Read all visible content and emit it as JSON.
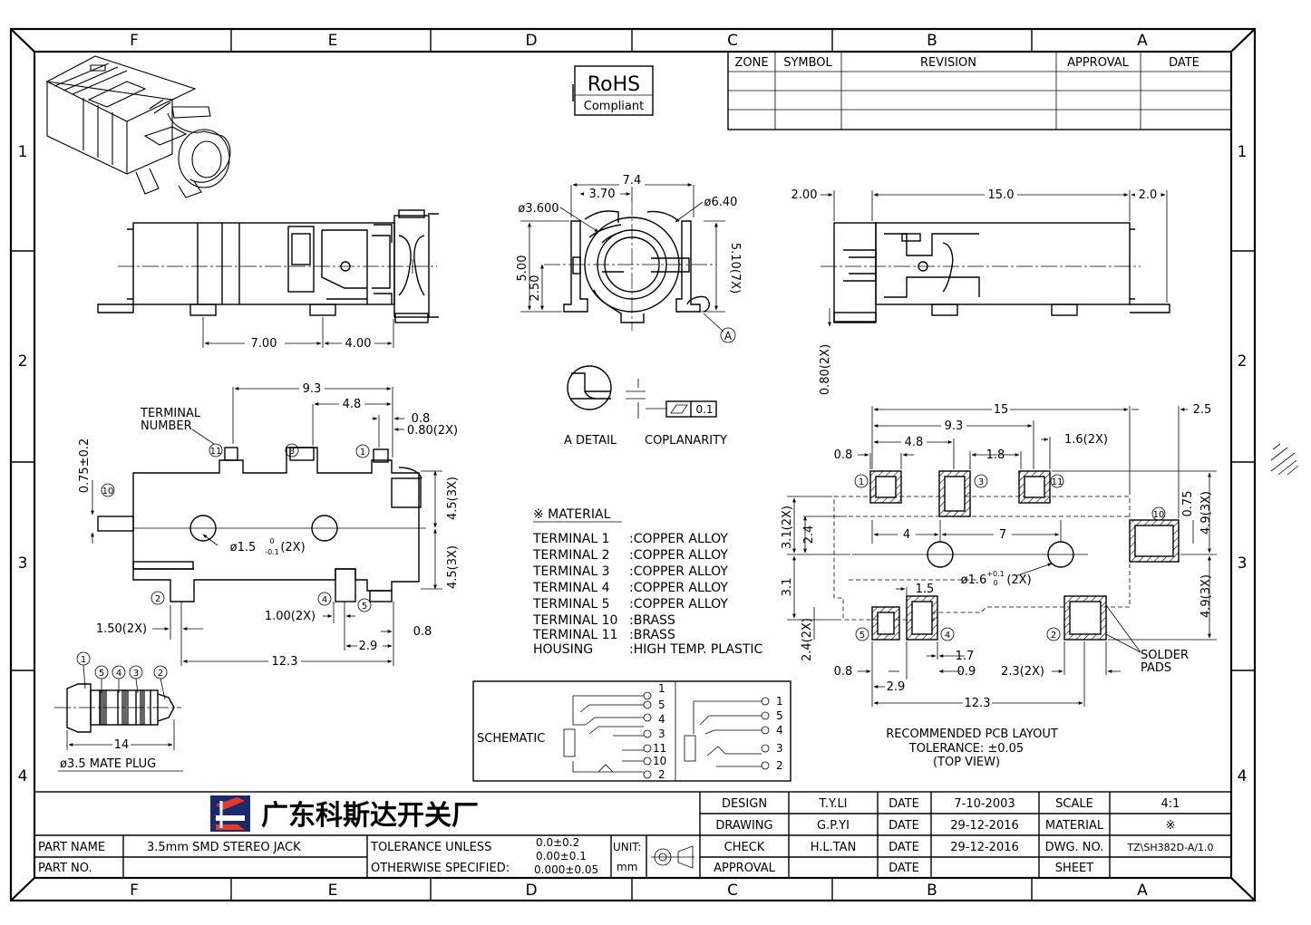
{
  "border": {
    "columns": [
      "F",
      "E",
      "D",
      "C",
      "B",
      "A"
    ],
    "rows": [
      "1",
      "2",
      "3",
      "4"
    ]
  },
  "revision_table": {
    "headers": [
      "ZONE",
      "SYMBOL",
      "REVISION",
      "APPROVAL",
      "DATE"
    ]
  },
  "rohs": {
    "title": "RoHS",
    "subtitle": "Compliant"
  },
  "side_view": {
    "dims": [
      "7.00",
      "4.00"
    ]
  },
  "front_view": {
    "dims": [
      "7.4",
      "3.70",
      "ø3.600",
      "ø6.40",
      "5.00",
      "2.50",
      "5.10(7X)"
    ],
    "datum": "A"
  },
  "detail": {
    "caption_left": "A  DETAIL",
    "caption_right": "COPLANARITY",
    "tolerance": "0.1"
  },
  "right_view": {
    "dims": [
      "2.00",
      "15.0",
      "2.0",
      "0.80(2X)"
    ]
  },
  "top_view": {
    "terminal_label_1": "TERMINAL",
    "terminal_label_2": "NUMBER",
    "dims": [
      "9.3",
      "4.8",
      "0.8",
      "0.80(2X)",
      "0.75±0.2",
      "4.5(3X)",
      "4.5(3X)",
      "ø1.5",
      "(2X)",
      "1.50(2X)",
      "1.00(2X)",
      "2.9",
      "0.8",
      "12.3"
    ],
    "hole_tol_upper": "0",
    "hole_tol_lower": "-0.1",
    "terminals": [
      "11",
      "3",
      "1",
      "10",
      "2",
      "4",
      "5"
    ]
  },
  "plug": {
    "numbers": [
      "1",
      "5",
      "4",
      "3",
      "2"
    ],
    "dim": "14",
    "caption": "ø3.5  MATE  PLUG"
  },
  "material": {
    "title": "※ MATERIAL",
    "rows": [
      {
        "name": "TERMINAL  1",
        "value": ":COPPER  ALLOY"
      },
      {
        "name": "TERMINAL  2",
        "value": ":COPPER  ALLOY"
      },
      {
        "name": "TERMINAL  3",
        "value": ":COPPER  ALLOY"
      },
      {
        "name": "TERMINAL  4",
        "value": ":COPPER  ALLOY"
      },
      {
        "name": "TERMINAL  5",
        "value": ":COPPER  ALLOY"
      },
      {
        "name": "TERMINAL 10",
        "value": ":BRASS"
      },
      {
        "name": "TERMINAL 11",
        "value": ":BRASS"
      },
      {
        "name": "HOUSING",
        "value": ":HIGH  TEMP.  PLASTIC"
      }
    ]
  },
  "schematic": {
    "label": "SCHEMATIC",
    "left_pins": [
      "1",
      "5",
      "4",
      "3",
      "11",
      "10",
      "2"
    ],
    "right_pins": [
      "1",
      "5",
      "4",
      "3",
      "2"
    ]
  },
  "pcb_layout": {
    "dims": [
      "15",
      "9.3",
      "4.8",
      "1.8",
      "1.6(2X)",
      "2.5",
      "0.8",
      "3.1(2X)",
      "2.4",
      "0.75",
      "4.9(3X)",
      "4",
      "7",
      "3.1",
      "ø1.6",
      "(2X)",
      "1.5",
      "4.9(3X)",
      "2.4(2X)",
      "1.7",
      "0.9",
      "2.3(2X)",
      "0.8",
      "2.9",
      "12.3"
    ],
    "hole_tol_upper": "+0.1",
    "hole_tol_lower": "0",
    "pads": [
      "1",
      "3",
      "11",
      "10",
      "5",
      "4",
      "2"
    ],
    "solder_label_1": "SOLDER",
    "solder_label_2": "PADS",
    "caption_1": "RECOMMENDED  PCB  LAYOUT",
    "caption_2": "TOLERANCE: ±0.05",
    "caption_3": "(TOP  VIEW)"
  },
  "title_block": {
    "company": "广东科斯达开关厂",
    "part_name_label": "PART  NAME",
    "part_name": "3.5mm  SMD  STEREO  JACK",
    "part_no_label": "PART  NO.",
    "tolerance_1": "TOLERANCE  UNLESS",
    "tolerance_2": "OTHERWISE  SPECIFIED:",
    "tol_values": [
      "0.0±0.2",
      "0.00±0.1",
      "0.000±0.05"
    ],
    "unit_label": "UNIT:",
    "unit": "mm",
    "rows": [
      {
        "label": "DESIGN",
        "name": "T.Y.LI",
        "date_label": "DATE",
        "date": "7-10-2003",
        "k": "SCALE",
        "v": "4:1"
      },
      {
        "label": "DRAWING",
        "name": "G.P.YI",
        "date_label": "DATE",
        "date": "29-12-2016",
        "k": "MATERIAL",
        "v": "※"
      },
      {
        "label": "CHECK",
        "name": "H.L.TAN",
        "date_label": "DATE",
        "date": "29-12-2016",
        "k": "DWG. NO.",
        "v": "TZ\\SH382D-A/1.0"
      },
      {
        "label": "APPROVAL",
        "name": "",
        "date_label": "DATE",
        "date": "",
        "k": "SHEET",
        "v": ""
      }
    ]
  }
}
